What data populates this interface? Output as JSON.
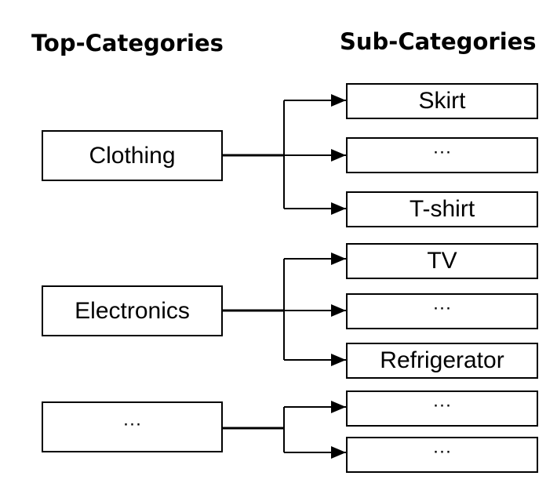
{
  "headings": {
    "top": "Top-Categories",
    "sub": "Sub-Categories"
  },
  "groups": [
    {
      "top": "Clothing",
      "subs": [
        "Skirt",
        "···",
        "T-shirt"
      ]
    },
    {
      "top": "Electronics",
      "subs": [
        "TV",
        "···",
        "Refrigerator"
      ]
    },
    {
      "top": "···",
      "subs": [
        "···",
        "···"
      ]
    }
  ]
}
